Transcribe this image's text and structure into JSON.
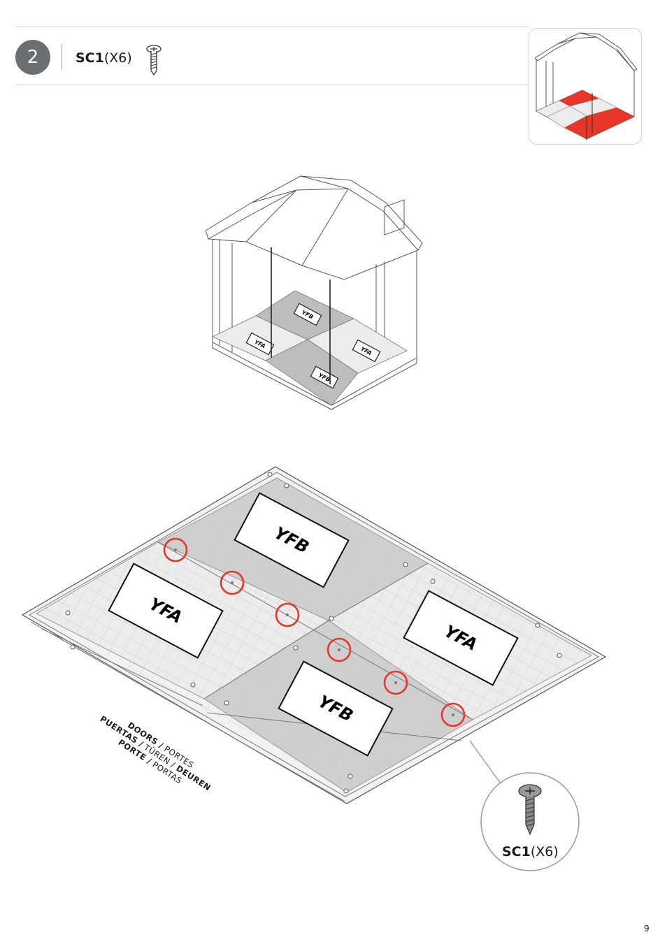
{
  "step": {
    "number": "2"
  },
  "header": {
    "part_code": "SC1",
    "quantity": "(X6)"
  },
  "floor_labels": {
    "panel_a": "YFA",
    "panel_b": "YFB"
  },
  "doors_label": {
    "line1_bold": "DOORS /",
    "line1_rest": " PORTES",
    "line2_bold1": "PUERTAS /",
    "line2_mid": " TÜREN /",
    "line2_bold2": " DEUREN",
    "line3_bold": "PORTE /",
    "line3_rest": " PORTAS"
  },
  "callout": {
    "part_code": "SC1",
    "quantity": "(X6)"
  },
  "page": {
    "number": "9"
  },
  "colors": {
    "highlight_red": "#e8352a",
    "panel_dark": "#c9c9c9",
    "panel_light": "#ececec",
    "step_circle": "#6d6e71"
  }
}
